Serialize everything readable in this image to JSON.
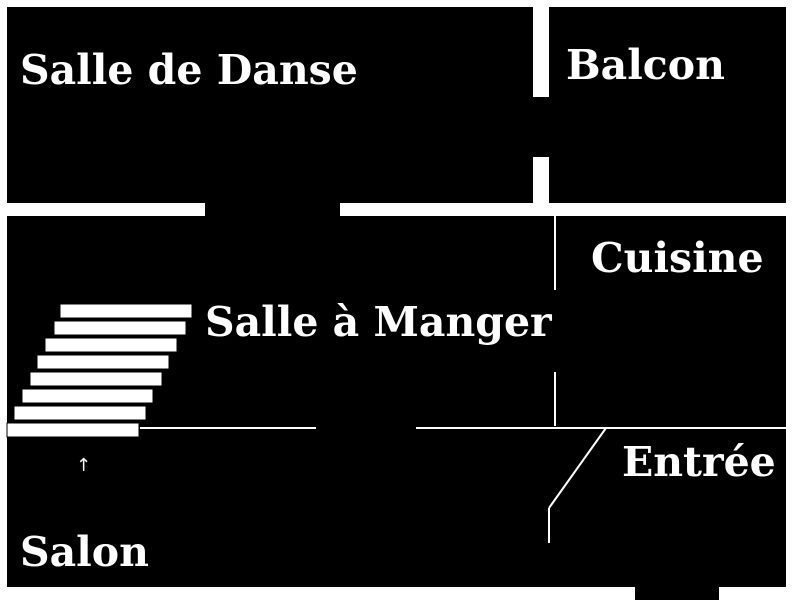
{
  "rooms": {
    "ballroom": "Salle de Danse",
    "balcony": "Balcon",
    "kitchen": "Cuisine",
    "dining": "Salle à Manger",
    "entrance": "Entrée",
    "living": "Salon"
  },
  "stairs": {
    "arrow": "↑"
  },
  "colors": {
    "background": "#ffffff",
    "floor": "#000000",
    "walls": "#ffffff",
    "text": "#ffffff"
  }
}
